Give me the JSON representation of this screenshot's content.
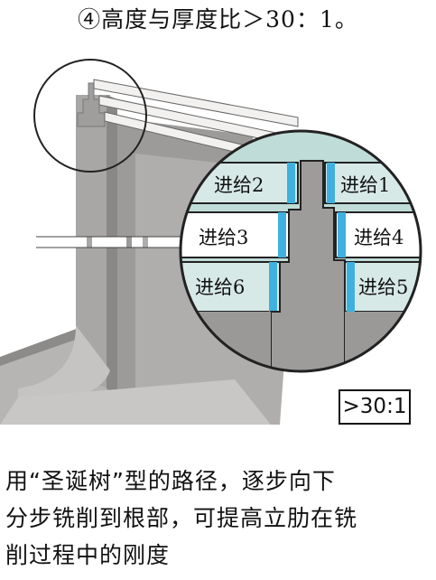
{
  "title": "④高度与厚度比＞30：1。",
  "ratio_label": ">30:1",
  "feeds": {
    "f1": "进给1",
    "f2": "进给2",
    "f3": "进给3",
    "f4": "进给4",
    "f5": "进给5",
    "f6": "进给6"
  },
  "caption": {
    "line1": "用“圣诞树”型的路径，逐步向下",
    "line2": "分步铣削到根部，可提高立肋在铣",
    "line3": "削过程中的刚度"
  },
  "colors": {
    "wall_gray": "#a9a7a6",
    "dark_gray": "#7e7c7b",
    "lens_fill": "#bfdcd8",
    "feed_blue": "#3fb0df"
  }
}
